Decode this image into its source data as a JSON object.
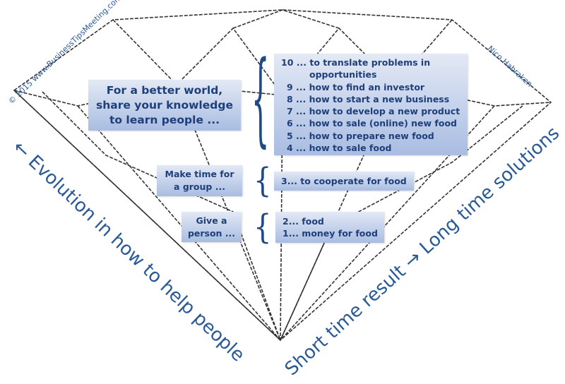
{
  "copyright": "© 2015 www.BusinessTipsMeeting.com",
  "author": "Nico Habraken",
  "left_axis": "← Evolution in how to help people",
  "right_axis": "Short time result → Long time solutions",
  "levels": [
    {
      "label_lines": [
        "For a better world,",
        "share your knowledge",
        "to learn people ..."
      ],
      "items": [
        "10 ... to translate problems in",
        "opportunities",
        "9 ... how to find an investor",
        "8 ... how to start a new business",
        "7 ... how to develop a new product",
        "6 ... how to sale (online) new food",
        "5 ... how to prepare new food",
        "4 ... how to sale food"
      ]
    },
    {
      "label_lines": [
        "Make time for",
        "a group ..."
      ],
      "items": [
        "3... to cooperate for food"
      ]
    },
    {
      "label_lines": [
        "Give a",
        "person ..."
      ],
      "items": [
        "2... food",
        "1... money for food"
      ]
    }
  ],
  "colors": {
    "text": "#1f3f7a",
    "box_top": "#e3e9f5",
    "box_bottom": "#a9bde2",
    "axis_text": "#2a5a96"
  }
}
